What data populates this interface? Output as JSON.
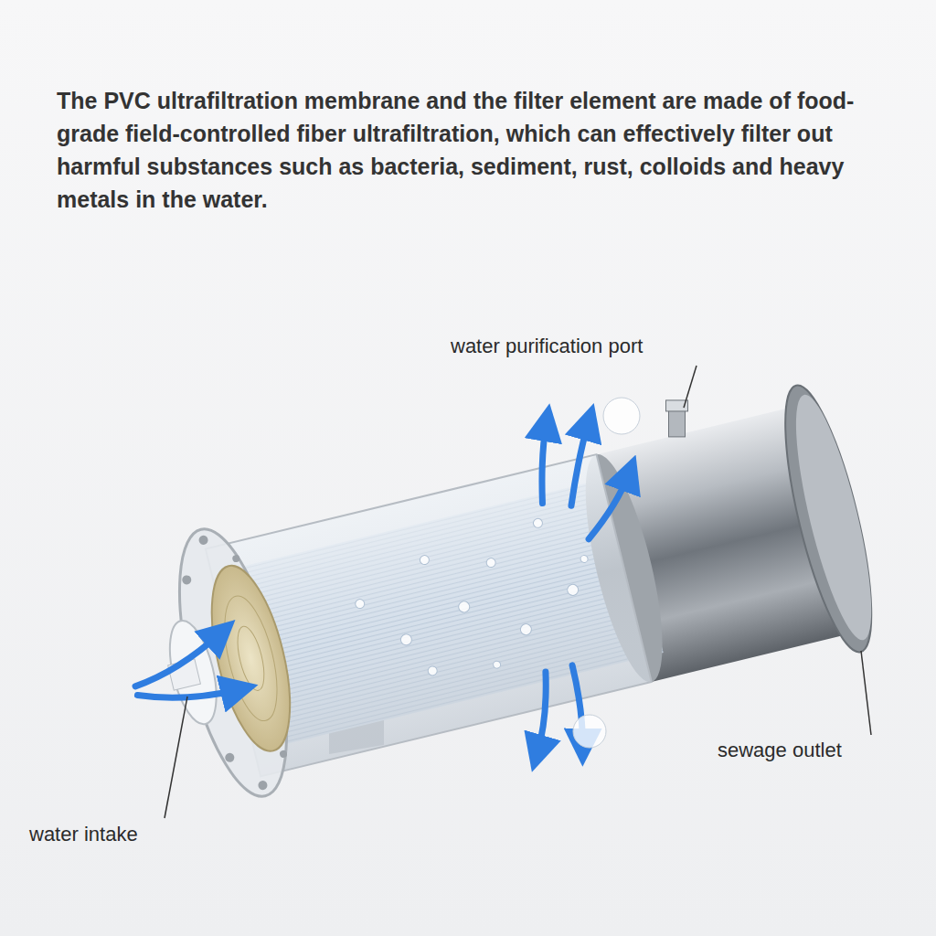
{
  "diagram": {
    "title": "The PVC ultrafiltration membrane and the filter element are made of food-grade field-controlled fiber ultrafiltration, which can effectively filter out harmful substances such as bacteria, sediment, rust, colloids and heavy metals in the water.",
    "labels": [
      "water purification port",
      "sewage outlet",
      "water intake"
    ]
  }
}
